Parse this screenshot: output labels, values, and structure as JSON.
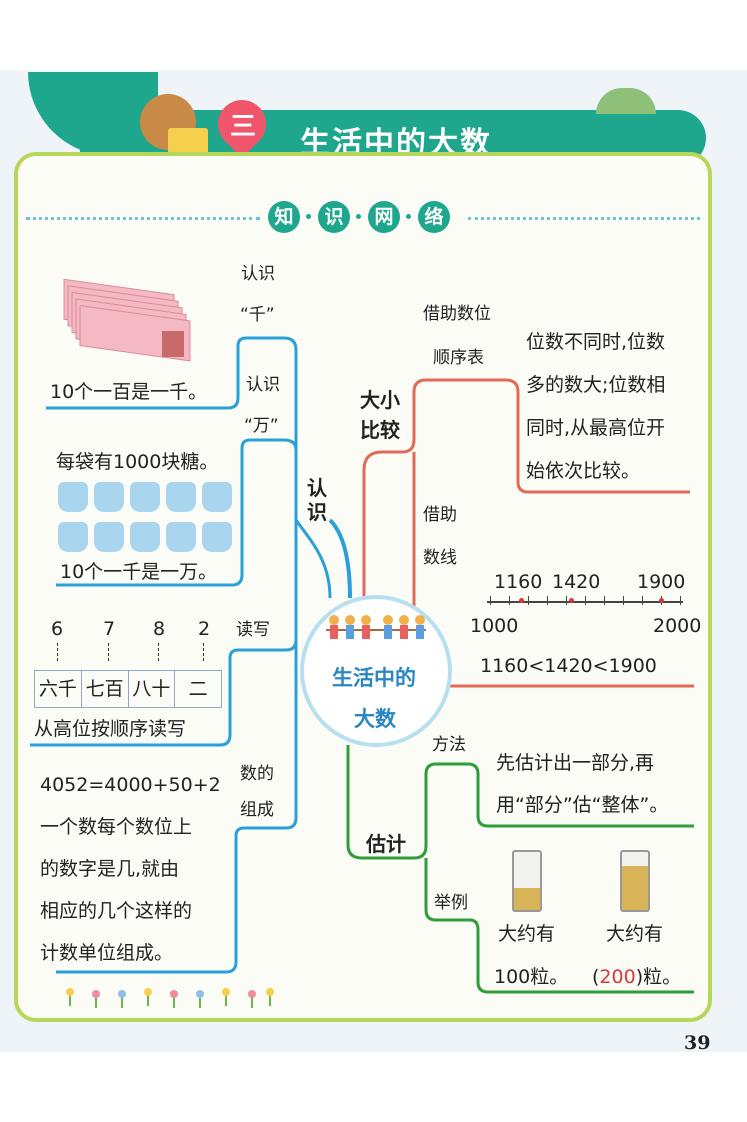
{
  "header": {
    "unit_marker": "三",
    "title": "生活中的大数"
  },
  "section_title": [
    "知",
    "识",
    "网",
    "络"
  ],
  "center": {
    "line1": "生活中的",
    "line2": "大数"
  },
  "left_branch": {
    "label": [
      "认",
      "识"
    ],
    "qian": {
      "label1": "认识",
      "label2": "“千”",
      "text": "10个一百是一千。",
      "image": "hundred-yuan-notes"
    },
    "wan": {
      "label1": "认识",
      "label2": "“万”",
      "top_text": "每袋有1000块糖。",
      "bottom_text": "10个一千是一万。",
      "image": "candy-bags"
    },
    "read_write": {
      "label": "读写",
      "digits": [
        "6",
        "7",
        "8",
        "2"
      ],
      "cells": [
        "六千",
        "七百",
        "八十",
        "二"
      ],
      "note": "从高位按顺序读写"
    },
    "composition": {
      "label1": "数的",
      "label2": "组成",
      "lines": [
        "4052=4000+50+2",
        "一个数每个数位上",
        "的数字是几,就由",
        "相应的几个这样的",
        "计数单位组成。"
      ]
    }
  },
  "right_branch": {
    "compare": {
      "label": [
        "大小",
        "比较"
      ],
      "by_table": {
        "label1": "借助数位",
        "label2": "顺序表",
        "lines": [
          "位数不同时,位数",
          "多的数大;位数相",
          "同时,从最高位开",
          "始依次比较。"
        ]
      },
      "by_numberline": {
        "label1": "借助",
        "label2": "数线",
        "top_labels": [
          "1160",
          "1420",
          "1900"
        ],
        "ends": [
          "1000",
          "2000"
        ],
        "result": "1160<1420<1900",
        "marks": [
          1160,
          1420,
          1900
        ],
        "range": [
          1000,
          2000
        ]
      }
    },
    "estimate": {
      "label": "估计",
      "method": {
        "label": "方法",
        "lines": [
          "先估计出一部分,再",
          "用“部分”估“整体”。"
        ]
      },
      "example": {
        "label": "举例",
        "jar1": {
          "line1": "大约有",
          "line2": "100粒。"
        },
        "jar2": {
          "line1": "大约有",
          "paren_open": "(",
          "answer": "200",
          "paren_close": ")粒。"
        }
      }
    }
  },
  "page_number": "39",
  "colors": {
    "teal": "#1fa78e",
    "blue_branch": "#2aa0d8",
    "red_branch": "#e06a55",
    "green_branch": "#2e9d3a",
    "frame": "#b7d75a"
  }
}
